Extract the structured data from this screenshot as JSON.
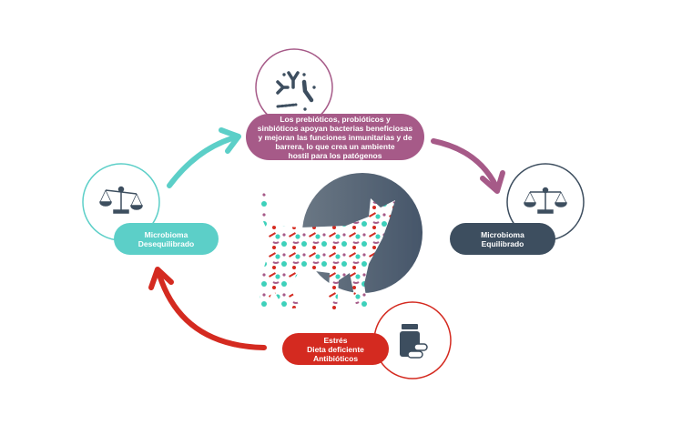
{
  "colors": {
    "teal": "#5ccfc8",
    "purple": "#a65a88",
    "dark": "#3d4e5f",
    "red": "#d42a20",
    "circle": "#4f5e6c"
  },
  "nodes": {
    "top": {
      "text": "Los prebióticos, probióticos y\nsinbióticos apoyan bacterias beneficiosas\ny mejoran las funciones inmunitarias y de\nbarrera, lo que crea un ambiente\nhostil para los patógenos",
      "icon": "bacteria-icon"
    },
    "left": {
      "text": "Microbioma\nDesequilibrado",
      "icon": "scale-icon"
    },
    "right": {
      "text": "Microbioma\nEquilibrado",
      "icon": "scale-icon"
    },
    "bottom": {
      "text": "Estrés\nDieta deficiente\nAntibióticos",
      "icon": "medicine-bottle-icon"
    }
  }
}
